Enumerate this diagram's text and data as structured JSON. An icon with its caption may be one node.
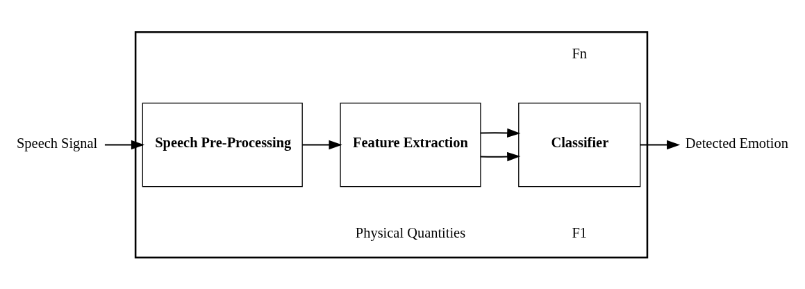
{
  "diagram": {
    "nodes": [
      {
        "text": [],
        "shape": "box"
      },
      {
        "text": [
          "Speech Pre-Processing"
        ],
        "in": 0
      },
      {
        "text": [
          "Feature Extraction"
        ],
        "in": 0
      },
      {
        "text": [
          "Classifier"
        ],
        "in": 0
      },
      {
        "text": [
          "Speech Signal"
        ]
      },
      {
        "text": [
          "Detected Emotion"
        ]
      }
    ],
    "edges": [
      {
        "from": 4,
        "to": 1,
        "arrow": "to"
      },
      {
        "from": 1,
        "to": 2,
        "arrow": "to"
      },
      {
        "from": 2,
        "to": 3,
        "arrow": "to"
      },
      {
        "from": 2,
        "to": 3,
        "arrow": "to"
      },
      {
        "from": 3,
        "to": 5,
        "arrow": "to"
      }
    ],
    "labels": [
      "Physical Quantities",
      "F1",
      "Fn"
    ]
  }
}
